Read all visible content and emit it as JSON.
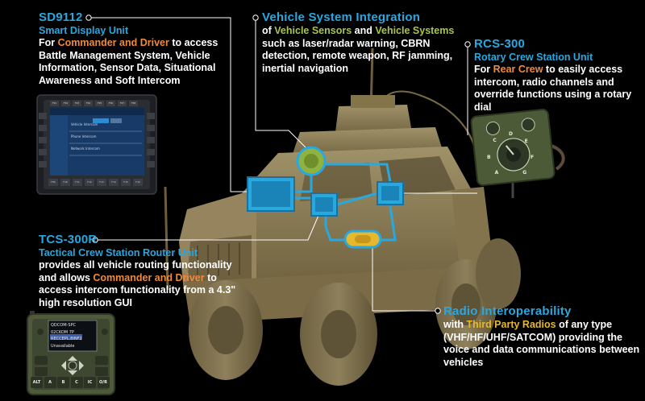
{
  "sd9112": {
    "code": "SD9112",
    "subtitle": "Smart Display Unit",
    "pre": "For ",
    "highlight": "Commander and Driver",
    "post": " to access Battle Management System, Vehicle Information, Sensor Data, Situational Awareness and Soft Intercom"
  },
  "vsi": {
    "title": "Vehicle System Integration",
    "pre": "of ",
    "hl1": "Vehicle Sensors",
    "mid": " and ",
    "hl2": "Vehicle Systems",
    "post": " such as laser/radar warning, CBRN detection, remote weapon, RF jamming, inertial navigation"
  },
  "rcs300": {
    "code": "RCS-300",
    "subtitle": "Rotary Crew Station Unit",
    "pre": "For ",
    "highlight": "Rear Crew",
    "post": " to easily access intercom, radio channels and override functions using a rotary dial"
  },
  "tcs300r": {
    "code": "TCS-300R",
    "subtitle": "Tactical Crew Station Router Unit",
    "pre": "provides all vehicle routing functionality and allows ",
    "highlight": "Commander and Driver",
    "post": " to access intercom functionality from a 4.3\" high resolution GUI"
  },
  "radio": {
    "title": "Radio Interoperability",
    "pre": "with ",
    "highlight": "Third Party Radios",
    "post": " of any type (VHF/HF/UHF/SATCOM) providing the voice and data communications between vehicles"
  },
  "sd_screen": {
    "top_keys": [
      "F01",
      "F02",
      "F03",
      "F04",
      "F05",
      "F06",
      "F07",
      "F08"
    ],
    "bottom_keys": [
      "F09",
      "F10",
      "F11",
      "F12",
      "F13",
      "F14",
      "F15",
      "F16"
    ],
    "menu": [
      "Vehicle Intercom",
      "Phone Intercom",
      "Network Intercom"
    ]
  },
  "tcs_screen": {
    "lines": [
      "QDCOM-SPC",
      "02CKOM 7P",
      "RECCEPL.8INF2",
      "Unavailable"
    ],
    "keys": [
      "ALT",
      "A",
      "B",
      "C",
      "IC",
      "O/R"
    ]
  },
  "rcs_dial": {
    "letters": [
      "A",
      "B",
      "C",
      "D",
      "E",
      "F",
      "G"
    ]
  },
  "colors": {
    "accent_blue": "#29a8e0",
    "orange": "#f08a3c",
    "green": "#a9c34f",
    "yellow": "#e6b82e",
    "vehicle": "#b5a06a"
  }
}
